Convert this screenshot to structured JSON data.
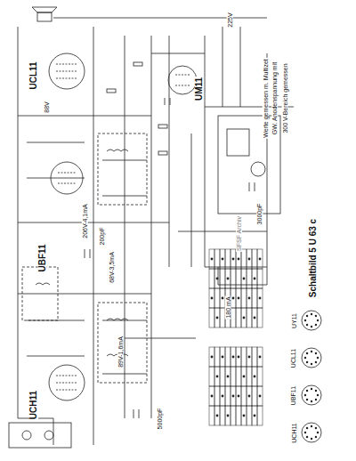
{
  "diagram": {
    "title": "Schaltbild 5 U 63 c",
    "labels": [
      "Werte gemessen m. Multizet",
      "GW. Anodenspannung mit",
      "300 V-Bereich gemessen",
      "UCL11",
      "UBF11",
      "UCH11",
      "UM11",
      "206V-4,1mA",
      "68V-3,5mA",
      "89V-1,6mA",
      "180 mA",
      "UY11",
      "UCL11",
      "UBF11",
      "UCH11",
      "200pF",
      "5000pF",
      "3000pF",
      "SFSF Archiv",
      "225V",
      "88V"
    ]
  }
}
